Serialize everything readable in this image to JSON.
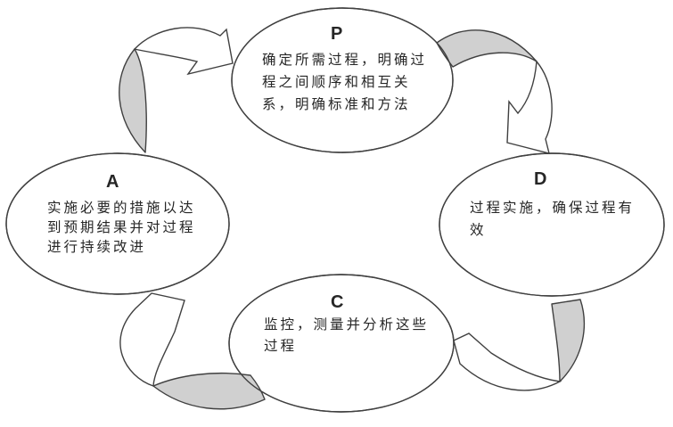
{
  "diagram": {
    "type": "pdca-cycle",
    "direction": "clockwise",
    "colors": {
      "stroke": "#404040",
      "shade": "#d0d0d0",
      "body": "#ffffff",
      "text": "#262626",
      "bg": "#ffffff"
    },
    "nodes": [
      {
        "id": "plan",
        "letter": "P",
        "text": "确定所需过程，明确过程之间顺序和相互关系，明确标准和方法"
      },
      {
        "id": "do",
        "letter": "D",
        "text": "过程实施，确保过程有效"
      },
      {
        "id": "check",
        "letter": "C",
        "text": "监控，测量并分析这些过程"
      },
      {
        "id": "act",
        "letter": "A",
        "text": "实施必要的措施以达到预期结果并对过程进行持续改进"
      }
    ],
    "arrows": [
      {
        "id": "act-to-plan",
        "from": "A",
        "to": "P"
      },
      {
        "id": "plan-to-do",
        "from": "P",
        "to": "D"
      },
      {
        "id": "do-to-check",
        "from": "D",
        "to": "C"
      },
      {
        "id": "check-to-act",
        "from": "C",
        "to": "A"
      }
    ]
  }
}
